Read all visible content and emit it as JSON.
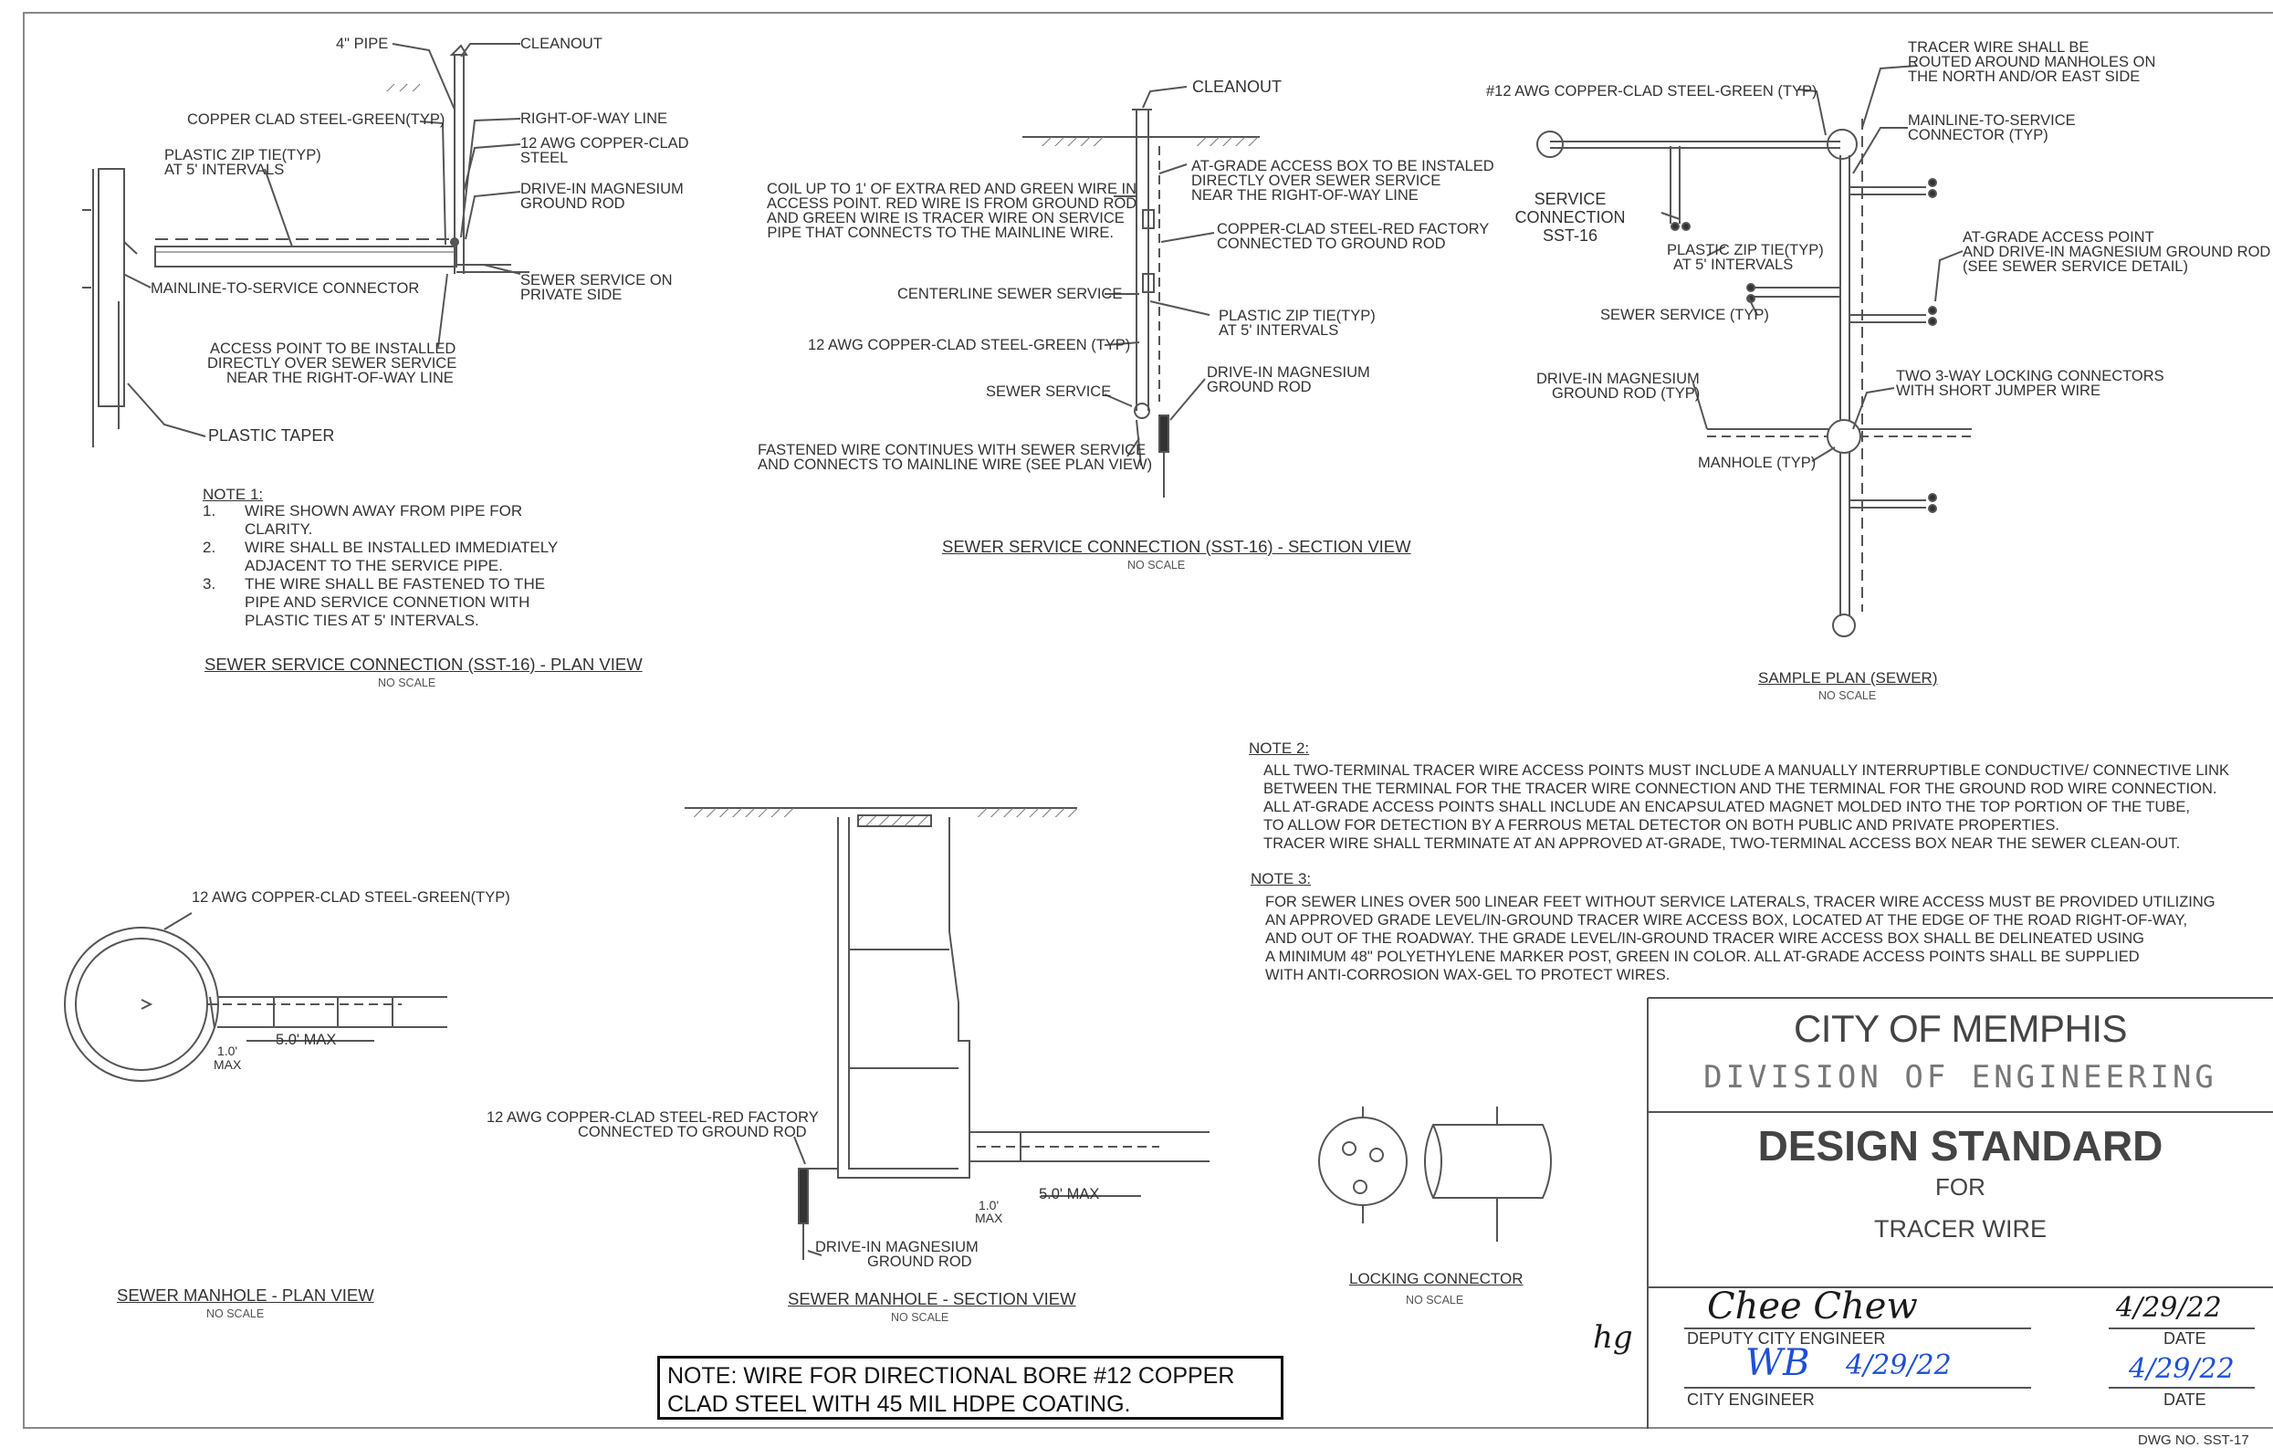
{
  "sheet": {
    "drawing_number": "DWG NO. SST-17"
  },
  "plan_view": {
    "labels": {
      "pipe_4in": "4\" PIPE",
      "cleanout": "CLEANOUT",
      "copper_clad_green": "COPPER CLAD STEEL-GREEN(TYP)",
      "right_of_way": "RIGHT-OF-WAY LINE",
      "awg12_line1": "12 AWG COPPER-CLAD",
      "awg12_line2": "STEEL",
      "zip_tie_line1": "PLASTIC ZIP TIE(TYP)",
      "zip_tie_line2": "AT 5' INTERVALS",
      "drive_in_line1": "DRIVE-IN MAGNESIUM",
      "drive_in_line2": "GROUND ROD",
      "mainline_connector": "MAINLINE-TO-SERVICE CONNECTOR",
      "sewer_private_line1": "SEWER SERVICE ON",
      "sewer_private_line2": "PRIVATE SIDE",
      "access_point_line1": "ACCESS POINT TO BE INSTALLED",
      "access_point_line2": "DIRECTLY OVER SEWER SERVICE",
      "access_point_line3": "NEAR THE RIGHT-OF-WAY LINE",
      "plastic_taper": "PLASTIC TAPER"
    },
    "note1": {
      "heading": "NOTE 1:",
      "items": [
        {
          "num": "1.",
          "text": "WIRE SHOWN AWAY FROM PIPE FOR CLARITY."
        },
        {
          "num": "2.",
          "text": "WIRE SHALL BE INSTALLED IMMEDIATELY ADJACENT TO THE SERVICE PIPE."
        },
        {
          "num": "3.",
          "text": "THE WIRE SHALL BE FASTENED TO THE PIPE AND SERVICE CONNETION WITH PLASTIC TIES AT 5' INTERVALS."
        }
      ]
    },
    "title": "SEWER SERVICE CONNECTION (SST-16) - PLAN VIEW",
    "scale": "NO SCALE"
  },
  "section_view": {
    "labels": {
      "cleanout": "CLEANOUT",
      "coil_line1": "COIL UP TO 1' OF EXTRA RED AND GREEN WIRE IN",
      "coil_line2": "ACCESS POINT. RED WIRE IS FROM GROUND ROD",
      "coil_line3": "AND GREEN WIRE IS TRACER WIRE ON SERVICE",
      "coil_line4": "PIPE THAT CONNECTS TO THE MAINLINE WIRE.",
      "atgrade_line1": "AT-GRADE ACCESS BOX TO BE INSTALED",
      "atgrade_line2": "DIRECTLY OVER SEWER SERVICE",
      "atgrade_line3": "NEAR THE RIGHT-OF-WAY LINE",
      "red_line1": "COPPER-CLAD STEEL-RED FACTORY",
      "red_line2": "CONNECTED TO GROUND ROD",
      "centerline": "CENTERLINE SEWER SERVICE",
      "zip_line1": "PLASTIC ZIP TIE(TYP)",
      "zip_line2": "AT 5' INTERVALS",
      "awg_green": "12 AWG COPPER-CLAD STEEL-GREEN (TYP)",
      "sewer_service": "SEWER SERVICE",
      "rod_line1": "DRIVE-IN MAGNESIUM",
      "rod_line2": "GROUND ROD",
      "fastened_line1": "FASTENED WIRE CONTINUES WITH SEWER SERVICE",
      "fastened_line2": "AND CONNECTS TO MAINLINE WIRE (SEE PLAN VIEW)"
    },
    "title": "SEWER SERVICE CONNECTION (SST-16) - SECTION VIEW",
    "scale": "NO SCALE"
  },
  "sample_plan": {
    "labels": {
      "tracer_route_line1": "TRACER WIRE SHALL BE",
      "tracer_route_line2": "ROUTED AROUND MANHOLES ON",
      "tracer_route_line3": "THE NORTH AND/OR EAST SIDE",
      "awg12_green": "#12 AWG COPPER-CLAD STEEL-GREEN (TYP)",
      "ml_conn_line1": "MAINLINE-TO-SERVICE",
      "ml_conn_line2": "CONNECTOR (TYP)",
      "svc_line1": "SERVICE",
      "svc_line2": "CONNECTION",
      "svc_line3": "SST-16",
      "zip_line1": "PLASTIC ZIP TIE(TYP)",
      "zip_line2": "AT 5' INTERVALS",
      "ag_line1": "AT-GRADE ACCESS POINT",
      "ag_line2": "AND DRIVE-IN MAGNESIUM GROUND ROD",
      "ag_line3": "(SEE SEWER SERVICE DETAIL)",
      "sewer_service": "SEWER SERVICE (TYP)",
      "twoway_line1": "TWO 3-WAY LOCKING CONNECTORS",
      "twoway_line2": "WITH SHORT JUMPER WIRE",
      "rod_line1": "DRIVE-IN MAGNESIUM",
      "rod_line2": "GROUND ROD (TYP)",
      "manhole": "MANHOLE (TYP)"
    },
    "title": "SAMPLE PLAN (SEWER)",
    "scale": "NO SCALE"
  },
  "notes": {
    "note2_heading": "NOTE 2:",
    "note2_lines": [
      "ALL TWO-TERMINAL TRACER WIRE ACCESS POINTS MUST INCLUDE A MANUALLY INTERRUPTIBLE CONDUCTIVE/ CONNECTIVE LINK",
      "BETWEEN THE TERMINAL FOR THE TRACER WIRE CONNECTION AND THE TERMINAL FOR THE GROUND ROD WIRE CONNECTION.",
      "ALL AT-GRADE ACCESS POINTS SHALL INCLUDE AN ENCAPSULATED MAGNET MOLDED INTO THE TOP PORTION OF THE TUBE,",
      "TO  ALLOW FOR DETECTION BY A FERROUS METAL DETECTOR  ON BOTH PUBLIC AND PRIVATE PROPERTIES.",
      "TRACER WIRE SHALL TERMINATE AT AN APPROVED AT-GRADE, TWO-TERMINAL ACCESS BOX NEAR THE SEWER CLEAN-OUT."
    ],
    "note3_heading": "NOTE 3:",
    "note3_lines": [
      "FOR SEWER LINES OVER 500 LINEAR FEET WITHOUT SERVICE LATERALS, TRACER WIRE ACCESS MUST BE PROVIDED UTILIZING",
      "AN APPROVED  GRADE LEVEL/IN-GROUND TRACER WIRE ACCESS BOX, LOCATED AT THE EDGE OF THE ROAD RIGHT-OF-WAY,",
      "AND OUT OF THE ROADWAY. THE GRADE LEVEL/IN-GROUND TRACER WIRE ACCESS BOX SHALL BE DELINEATED USING",
      "A MINIMUM 48\" POLYETHYLENE MARKER POST, GREEN IN COLOR. ALL AT-GRADE ACCESS POINTS SHALL BE SUPPLIED",
      "WITH ANTI-CORROSION WAX-GEL TO PROTECT WIRES."
    ]
  },
  "manhole_plan": {
    "labels": {
      "awg12_green": "12 AWG COPPER-CLAD STEEL-GREEN(TYP)",
      "max5": "5.0' MAX",
      "dim_1": "1.0'",
      "dim_max": "MAX"
    },
    "title": "SEWER MANHOLE - PLAN VIEW",
    "scale": "NO SCALE"
  },
  "manhole_section": {
    "labels": {
      "red_line1": "12 AWG COPPER-CLAD STEEL-RED FACTORY",
      "red_line2": "CONNECTED TO GROUND ROD",
      "max5": "5.0' MAX",
      "dim_1": "1.0'",
      "dim_max": "MAX",
      "rod_line1": "DRIVE-IN MAGNESIUM",
      "rod_line2": "GROUND ROD"
    },
    "title": "SEWER MANHOLE - SECTION VIEW",
    "scale": "NO SCALE"
  },
  "locking_connector": {
    "title": "LOCKING CONNECTOR",
    "scale": "NO SCALE"
  },
  "bore_note": {
    "line1": "NOTE: WIRE FOR DIRECTIONAL BORE #12 COPPER",
    "line2": "CLAD STEEL WITH 45 MIL HDPE COATING."
  },
  "title_block": {
    "city": "CITY OF MEMPHIS",
    "division": "DIVISION OF ENGINEERING",
    "design_standard": "DESIGN STANDARD",
    "for": "FOR",
    "subject": "TRACER WIRE",
    "deputy_label": "DEPUTY CITY ENGINEER",
    "deputy_signature": "Chee Chew",
    "deputy_date": "4/29/22",
    "date_label": "DATE",
    "city_engineer_label": "CITY ENGINEER",
    "city_signature": "WB",
    "city_sig_date": "4/29/22",
    "city_date": "4/29/22",
    "initials": "hg"
  },
  "colors": {
    "ink": "#2a2a2a",
    "signature_black": "#1a1a1a",
    "signature_blue": "#1f4fd6"
  }
}
